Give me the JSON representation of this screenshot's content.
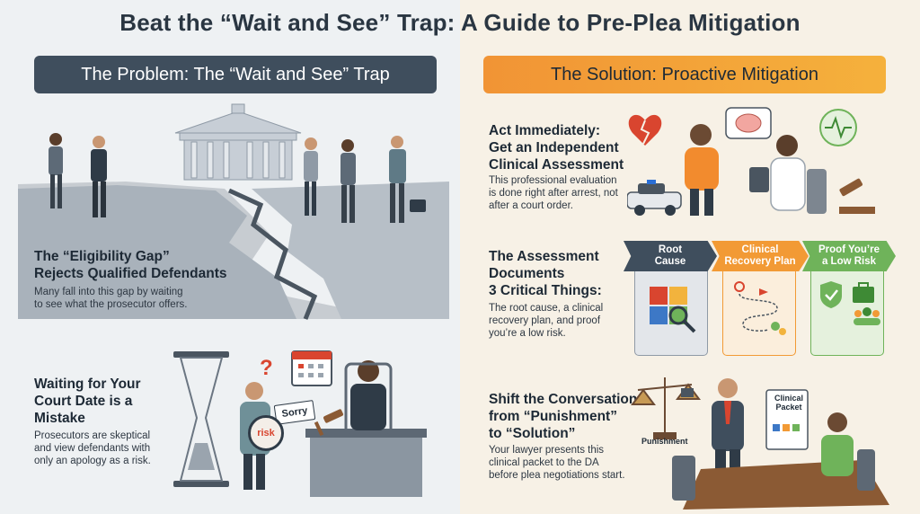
{
  "title": "Beat the “Wait and See” Trap: A Guide to Pre-Plea Mitigation",
  "left": {
    "banner": "The Problem: The “Wait and See” Trap",
    "section1": {
      "heading_lines": [
        "The “Eligibility Gap”",
        "Rejects Qualified Defendants"
      ],
      "body_lines": [
        "Many fall into this gap by waiting",
        "to see what the prosecutor offers."
      ]
    },
    "section2": {
      "heading_lines": [
        "Waiting for Your",
        "Court Date is a",
        "Mistake"
      ],
      "body_lines": [
        "Prosecutors are skeptical",
        "and view defendants with",
        "only an apology as a risk."
      ],
      "sign_text": "Sorry",
      "magnifier_text": "risk"
    }
  },
  "right": {
    "banner": "The Solution: Proactive Mitigation",
    "section1": {
      "heading_lines": [
        "Act Immediately:",
        "Get an Independent",
        "Clinical Assessment"
      ],
      "body_lines": [
        "This professional evaluation",
        "is done right after arrest, not",
        "after a court order."
      ]
    },
    "section2": {
      "heading_lines": [
        "The Assessment",
        "Documents",
        "3 Critical Things:"
      ],
      "body_lines": [
        "The root cause, a clinical",
        "recovery plan, and proof",
        "you’re a low risk."
      ],
      "cards": [
        {
          "label_lines": [
            "Root",
            "Cause"
          ],
          "color": "#3f4e5d",
          "text_color": "#ffffff",
          "bg": "#e3e6ea"
        },
        {
          "label_lines": [
            "Clinical",
            "Recovery Plan"
          ],
          "color": "#f29a35",
          "text_color": "#ffffff",
          "bg": "#fbeedc"
        },
        {
          "label_lines": [
            "Proof You’re",
            "a Low Risk"
          ],
          "color": "#6fb35a",
          "text_color": "#ffffff",
          "bg": "#e5f1dd"
        }
      ]
    },
    "section3": {
      "heading_lines": [
        "Shift the Conversation",
        "from “Punishment”",
        "to “Solution”"
      ],
      "body_lines": [
        "Your lawyer presents this",
        "clinical packet to the DA",
        "before plea negotiations start."
      ],
      "scale_label": "Punishment",
      "packet_lines": [
        "Clinical",
        "Packet"
      ]
    }
  },
  "icons": [
    "broken-heart-icon",
    "brain-icon",
    "heartbeat-icon",
    "gavel-icon",
    "police-car-icon",
    "hourglass-icon",
    "calendar-icon",
    "question-mark-icon",
    "puzzle-icon",
    "route-icon",
    "shield-check-icon",
    "briefcase-icon",
    "people-icon",
    "scales-icon",
    "courthouse-icon"
  ]
}
